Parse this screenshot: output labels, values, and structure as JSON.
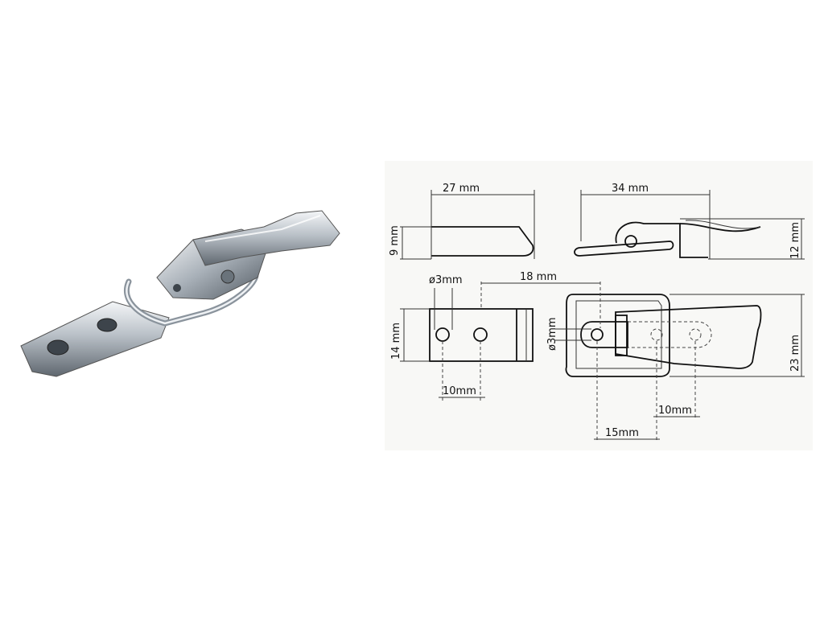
{
  "colors": {
    "metal_light": "#e9ecef",
    "metal_mid": "#b8bfc6",
    "metal_dark": "#5d656d",
    "line": "#111111",
    "paper": "#f7f7f5"
  },
  "dimensions": {
    "catch_length": "27 mm",
    "catch_height": "9 mm",
    "catch_width": "14 mm",
    "hole_diameter_catch": "ø3mm",
    "hole_spacing_catch": "10mm",
    "latch_length_side": "34 mm",
    "latch_height": "12 mm",
    "latch_offset": "18 mm",
    "latch_width": "23 mm",
    "hole_diameter_latch": "ø3mm",
    "hole_spacing_latch": "10mm",
    "pivot_offset": "15mm"
  }
}
